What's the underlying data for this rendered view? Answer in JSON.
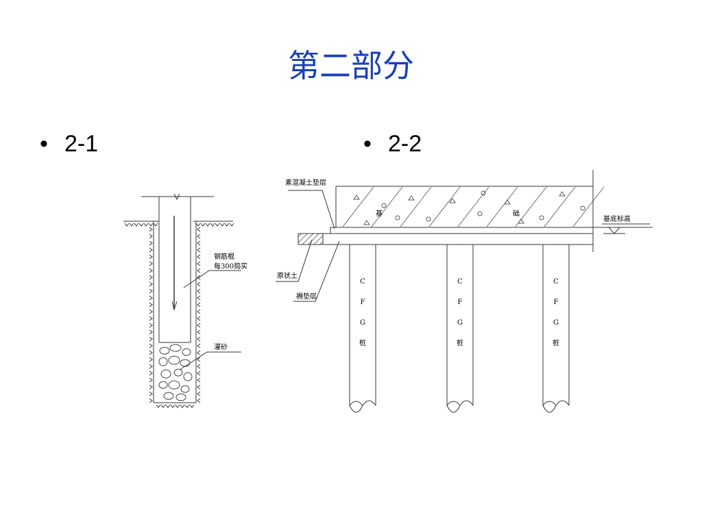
{
  "slide": {
    "title": "第二部分",
    "title_color": "#1a3fb8",
    "bullets": [
      {
        "marker": "•",
        "label": "2-1"
      },
      {
        "marker": "•",
        "label": "2-2"
      }
    ]
  },
  "diagram_2_1": {
    "labels": {
      "rebar_line1": "钢筋棍",
      "rebar_line2": "每300捣实",
      "sand": "灌砂"
    }
  },
  "diagram_2_2": {
    "labels": {
      "concrete_cushion": "素混凝土垫层",
      "foundation_left": "基",
      "foundation_right": "础",
      "base_elevation": "基底标高",
      "original_soil": "原状土",
      "cushion_layer": "褥垫层"
    },
    "pile_label_chars": [
      "C",
      "F",
      "G",
      "桩"
    ],
    "pile_count": 3
  }
}
